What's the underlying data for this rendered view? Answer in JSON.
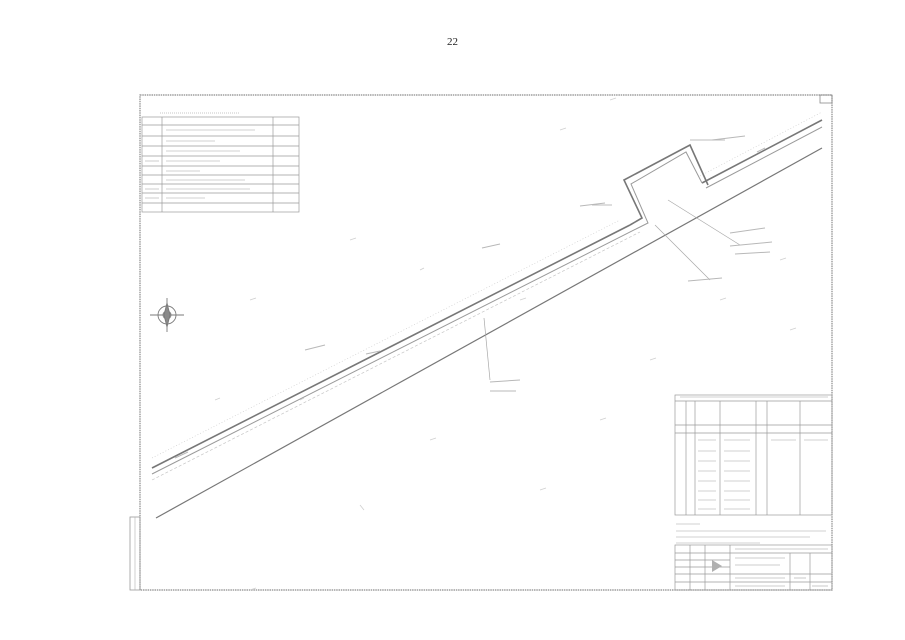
{
  "page": {
    "number": "22"
  },
  "drawing": {
    "type": "engineering-plan-sheet",
    "legend_rows": 10,
    "coordinate_table_rows": 10
  },
  "colors": {
    "line": "#8a8a8a",
    "faint": "#c2c2c2",
    "paper": "#ffffff"
  }
}
